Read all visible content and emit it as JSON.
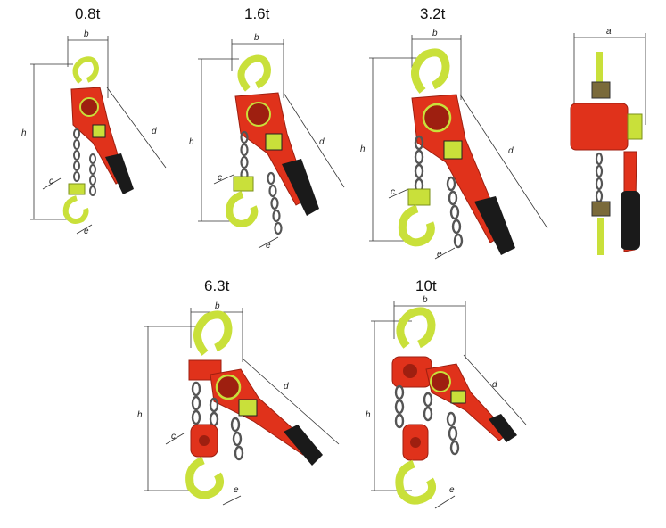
{
  "captions": [
    "0.8t",
    "1.6t",
    "3.2t",
    "6.3t",
    "10t"
  ],
  "dim_labels": {
    "a": "a",
    "b": "b",
    "c": "c",
    "d": "d",
    "e": "e",
    "h": "h"
  },
  "colors": {
    "hook": "#c9e03a",
    "hook_dark": "#7a8f1a",
    "body": "#e0321b",
    "body_dark": "#9e1f10",
    "chain": "#5a5a5a",
    "handle": "#1a1a1a",
    "dim_line": "#333333"
  }
}
